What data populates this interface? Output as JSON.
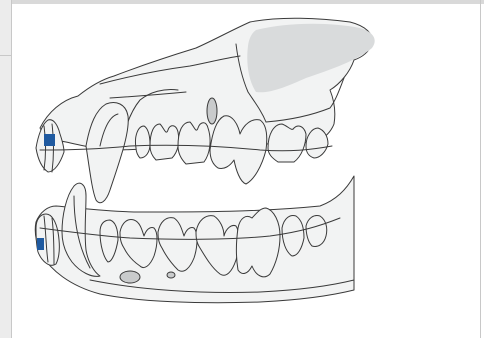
{
  "figure": {
    "subject": "canine-skull-dentition",
    "colors": {
      "outline": "#3a3a3a",
      "bone_fill": "#f2f3f3",
      "shadow_fill": "#d9dbdc",
      "incisor_highlight": "#1f5aa0",
      "foramen_fill": "#c9cbcc",
      "frame": "#d9d9d9"
    },
    "highlighted_teeth": [
      "upper-incisor",
      "lower-incisor"
    ]
  }
}
